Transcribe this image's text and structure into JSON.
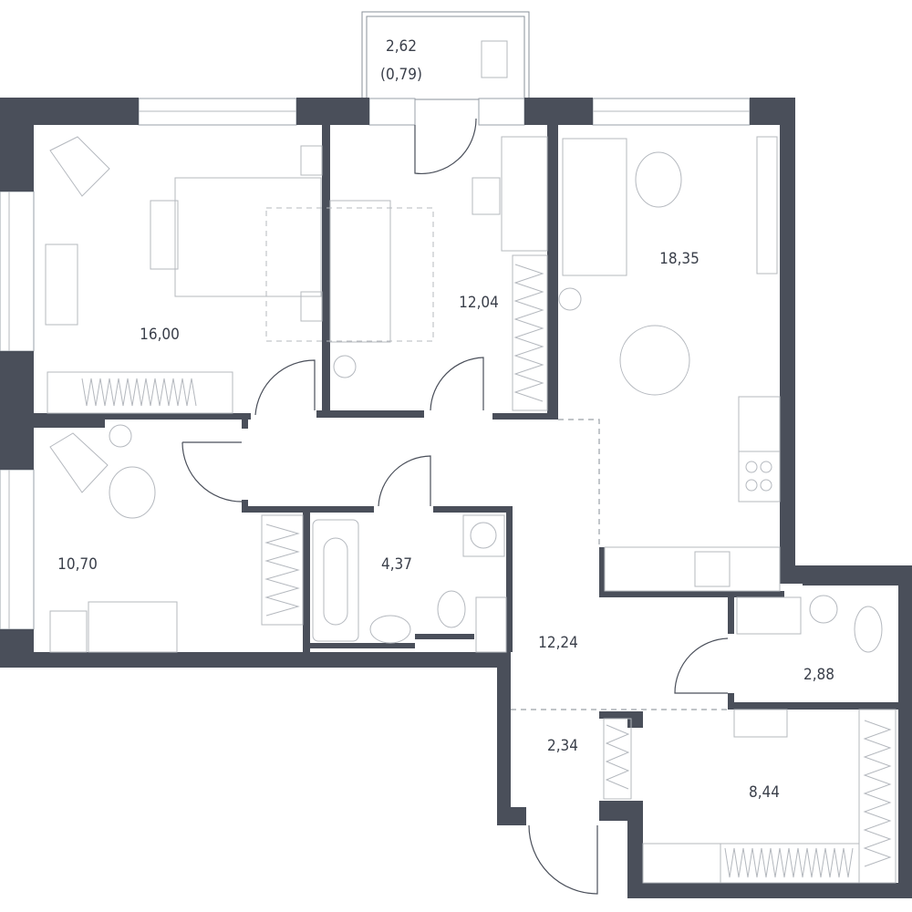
{
  "plan": {
    "wall_color": "#4a4f5a",
    "balcony": {
      "area": "2,62",
      "area_reduced": "(0,79)"
    },
    "rooms": [
      {
        "id": "bedroom",
        "area": "16,00"
      },
      {
        "id": "room-middle",
        "area": "12,04"
      },
      {
        "id": "living-kitchen",
        "area": "18,35"
      },
      {
        "id": "kids-room",
        "area": "10,70"
      },
      {
        "id": "bathroom",
        "area": "4,37"
      },
      {
        "id": "hallway",
        "area": "12,24"
      },
      {
        "id": "wc",
        "area": "2,88"
      },
      {
        "id": "entrance",
        "area": "2,34"
      },
      {
        "id": "dressing-room",
        "area": "8,44"
      }
    ]
  }
}
